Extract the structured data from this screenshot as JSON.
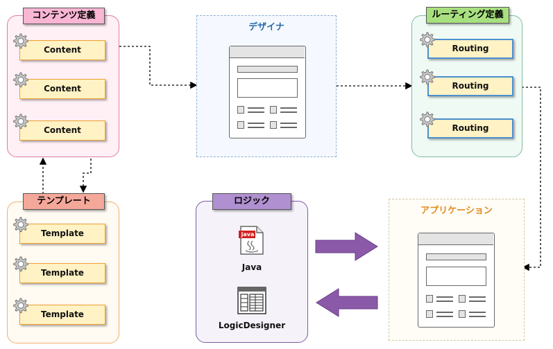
{
  "content_panel": {
    "title": "コンテンツ定義",
    "items": [
      "Content",
      "Content",
      "Content"
    ]
  },
  "template_panel": {
    "title": "テンプレート",
    "items": [
      "Template",
      "Template",
      "Template"
    ]
  },
  "designer_panel": {
    "title": "デザイナ"
  },
  "routing_panel": {
    "title": "ルーティング定義",
    "items": [
      "Routing",
      "Routing",
      "Routing"
    ]
  },
  "logic_panel": {
    "title": "ロジック",
    "java_badge": "java",
    "java_label": "Java",
    "logic_label": "LogicDesigner"
  },
  "application_panel": {
    "title": "アプリケーション"
  },
  "colors": {
    "content_border": "#e07aa8",
    "content_bg": "#fff0f6",
    "content_tab": "#f8b5d4",
    "template_border": "#f0b070",
    "template_bg": "#fffaf2",
    "template_tab": "#f4a89a",
    "routing_border": "#7fb8a0",
    "routing_bg": "#f0faf5",
    "routing_tab": "#a8e080",
    "logic_border": "#7a5aa0",
    "logic_bg": "#f6f2fa",
    "logic_tab": "#b090d0",
    "designer_title": "#2a6aaa",
    "application_title": "#e08a20",
    "arrow_purple": "#8a5aa8"
  }
}
